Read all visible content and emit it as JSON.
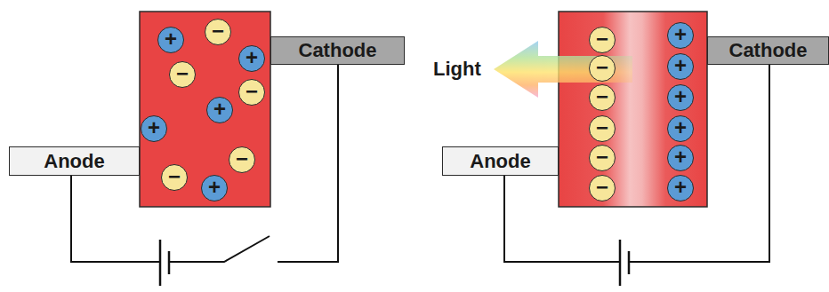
{
  "diagram": {
    "nodes": [
      {
        "text": [
          "−"
        ]
      },
      {
        "text": [
          "+"
        ]
      },
      {
        "text": [
          "+"
        ]
      },
      {
        "text": [
          "−"
        ]
      },
      {
        "text": [
          "−"
        ]
      },
      {
        "text": [
          "+"
        ]
      },
      {
        "text": [
          "+"
        ]
      },
      {
        "text": [
          "−"
        ]
      },
      {
        "text": [
          "−"
        ]
      },
      {
        "text": [
          "+"
        ]
      },
      {
        "text": [
          "Cathode"
        ]
      },
      {
        "text": [
          "Anode"
        ]
      },
      {
        "text": [
          "Cathode"
        ]
      },
      {
        "text": [
          "Anode"
        ]
      },
      {
        "text": [
          "−"
        ]
      },
      {
        "text": [
          "+"
        ]
      },
      {
        "text": [
          "−"
        ]
      },
      {
        "text": [
          "+"
        ]
      },
      {
        "text": [
          "−"
        ]
      },
      {
        "text": [
          "+"
        ]
      },
      {
        "text": [
          "−"
        ]
      },
      {
        "text": [
          "+"
        ]
      },
      {
        "text": [
          "−"
        ]
      },
      {
        "text": [
          "+"
        ]
      },
      {
        "text": [
          "−"
        ]
      },
      {
        "text": [
          "+"
        ]
      }
    ],
    "labels": [
      "Light"
    ]
  }
}
